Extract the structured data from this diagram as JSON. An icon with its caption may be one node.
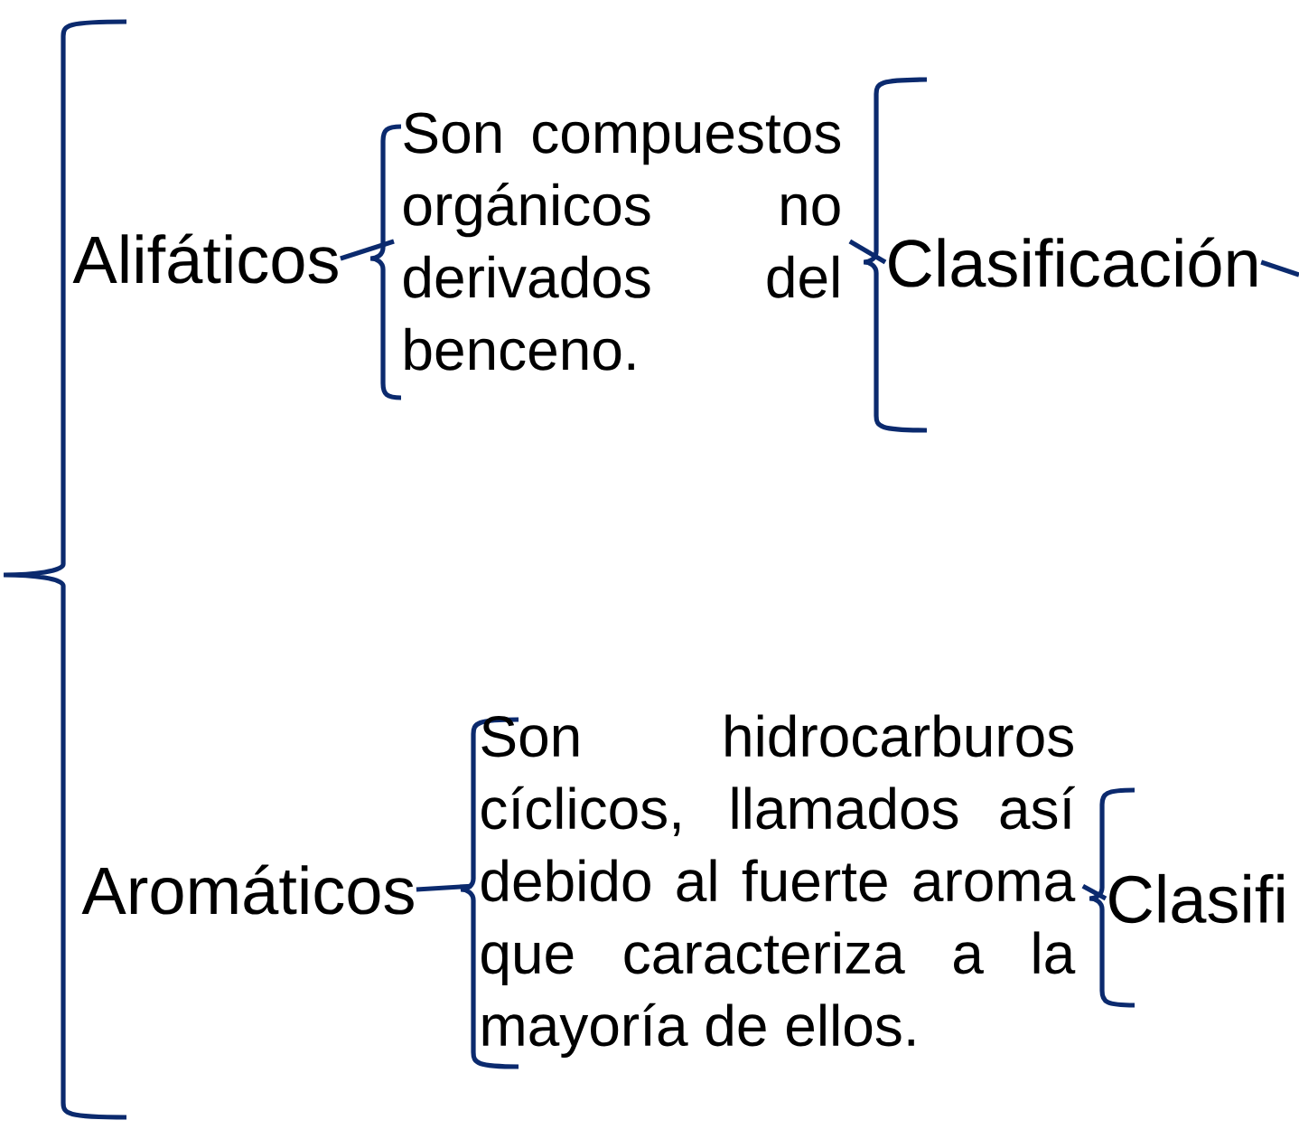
{
  "diagram": {
    "nodes": [
      {
        "text": [
          "Alifáticos"
        ]
      },
      {
        "text": [
          "Son compuestos orgánicos no derivados del benceno."
        ]
      },
      {
        "text": [
          "Clasificación"
        ]
      },
      {
        "text": [
          "Aromáticos"
        ]
      },
      {
        "text": [
          "Son hidrocarburos cíclicos, llamados así debido al fuerte aroma que caracteriza a la mayoría de ellos."
        ]
      },
      {
        "text": [
          "Clasifi"
        ]
      }
    ],
    "edges": [
      {
        "from": 0,
        "to": 1,
        "arrow": "none"
      },
      {
        "from": 1,
        "to": 2,
        "arrow": "none"
      },
      {
        "from": 2,
        "to": null,
        "arrow": "none"
      },
      {
        "from": 3,
        "to": 4,
        "arrow": "none"
      },
      {
        "from": 4,
        "to": 5,
        "arrow": "none"
      }
    ]
  }
}
